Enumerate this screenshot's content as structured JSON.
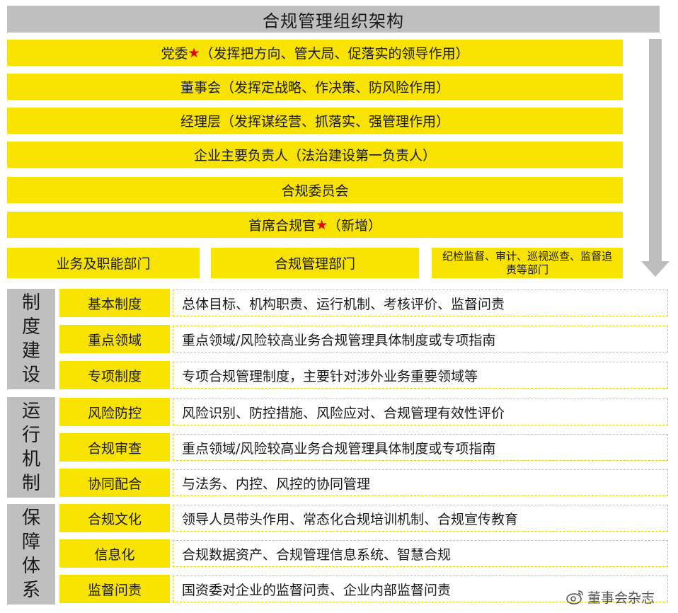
{
  "title": "合规管理组织架构",
  "org_levels": [
    {
      "text": "党委",
      "star": true,
      "suffix": "（发挥把方向、管大局、促落实的领导作用）"
    },
    {
      "text": "董事会（发挥定战略、作决策、防风险作用）",
      "star": false,
      "suffix": ""
    },
    {
      "text": "经理层（发挥谋经营、抓落实、强管理作用）",
      "star": false,
      "suffix": ""
    },
    {
      "text": "企业主要负责人（法治建设第一负责人）",
      "star": false,
      "suffix": ""
    },
    {
      "text": "合规委员会",
      "star": false,
      "suffix": ""
    },
    {
      "text": "首席合规官",
      "star": true,
      "suffix": "（新增）"
    }
  ],
  "star_glyph": "★",
  "departments": [
    "业务及职能部门",
    "合规管理部门",
    "纪检监督、审计、巡视巡查、监督追责等部门"
  ],
  "groups": [
    {
      "label": [
        "制",
        "度",
        "建",
        "设"
      ],
      "rows": [
        {
          "category": "基本制度",
          "description": "总体目标、机构职责、运行机制、考核评价、监督问责"
        },
        {
          "category": "重点领域",
          "description": "重点领域/风险较高业务合规管理具体制度或专项指南"
        },
        {
          "category": "专项制度",
          "description": "专项合规管理制度，主要针对涉外业务重要领域等"
        }
      ]
    },
    {
      "label": [
        "运",
        "行",
        "机",
        "制"
      ],
      "rows": [
        {
          "category": "风险防控",
          "description": "风险识别、防控措施、风险应对、合规管理有效性评价"
        },
        {
          "category": "合规审查",
          "description": "重点领域/风险较高业务合规管理具体制度或专项指南"
        },
        {
          "category": "协同配合",
          "description": "与法务、内控、风控的协同管理"
        }
      ]
    },
    {
      "label": [
        "保",
        "障",
        "体",
        "系"
      ],
      "rows": [
        {
          "category": "合规文化",
          "description": "领导人员带头作用、常态化合规培训机制、合规宣传教育"
        },
        {
          "category": "信息化",
          "description": "合规数据资产、合规管理信息系统、智慧合规"
        },
        {
          "category": "监督问责",
          "description": "国资委对企业的监督问责、企业内部监督问责"
        }
      ]
    }
  ],
  "watermark": "董事会杂志",
  "colors": {
    "yellow": "#f7e200",
    "gray": "#bfbfbf",
    "star": "#e60000",
    "dashed_border": "#e2cf00"
  }
}
